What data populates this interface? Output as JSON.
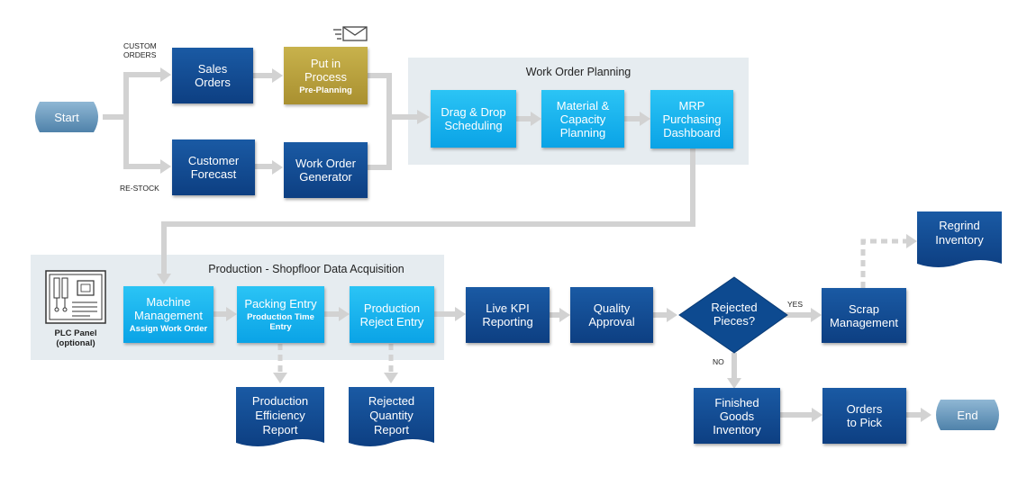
{
  "colors": {
    "dark": "#0d3f82",
    "cyan": "#0aa3e6",
    "gold": "#a99030",
    "connector": "#d0d0d0",
    "group_bg": "#e6ecf0",
    "terminal": "#5a8fb5"
  },
  "start": {
    "label": "Start"
  },
  "end": {
    "label": "End"
  },
  "labels": {
    "custom_orders": "CUSTOM\nORDERS",
    "re_stock": "RE-STOCK",
    "yes": "YES",
    "no": "NO",
    "plc_panel": "PLC Panel\n(optional)"
  },
  "groups": {
    "planning_title": "Work Order Planning",
    "production_title": "Production - Shopfloor Data Acquisition"
  },
  "nodes": {
    "sales_orders": {
      "label": "Sales\nOrders"
    },
    "put_in_process": {
      "label": "Put in\nProcess",
      "sub": "Pre-Planning"
    },
    "customer_forecast": {
      "label": "Customer\nForecast"
    },
    "work_order_generator": {
      "label": "Work Order\nGenerator"
    },
    "drag_drop": {
      "label": "Drag & Drop\nScheduling"
    },
    "material_capacity": {
      "label": "Material &\nCapacity\nPlanning"
    },
    "mrp": {
      "label": "MRP\nPurchasing\nDashboard"
    },
    "machine_management": {
      "label": "Machine\nManagement",
      "sub": "Assign Work Order"
    },
    "packing_entry": {
      "label": "Packing Entry",
      "sub": "Production Time\nEntry"
    },
    "production_reject": {
      "label": "Production\nReject Entry"
    },
    "live_kpi": {
      "label": "Live KPI\nReporting"
    },
    "quality_approval": {
      "label": "Quality\nApproval"
    },
    "rejected_pieces": {
      "label": "Rejected\nPieces?"
    },
    "scrap_management": {
      "label": "Scrap\nManagement"
    },
    "finished_goods": {
      "label": "Finished\nGoods\nInventory"
    },
    "orders_to_pick": {
      "label": "Orders\nto Pick"
    }
  },
  "documents": {
    "regrind_inventory": {
      "label": "Regrind\nInventory"
    },
    "production_efficiency": {
      "label": "Production\nEfficiency\nReport"
    },
    "rejected_quantity": {
      "label": "Rejected\nQuantity\nReport"
    }
  },
  "icons": {
    "email": "email-icon",
    "plc": "plc-panel-icon"
  }
}
